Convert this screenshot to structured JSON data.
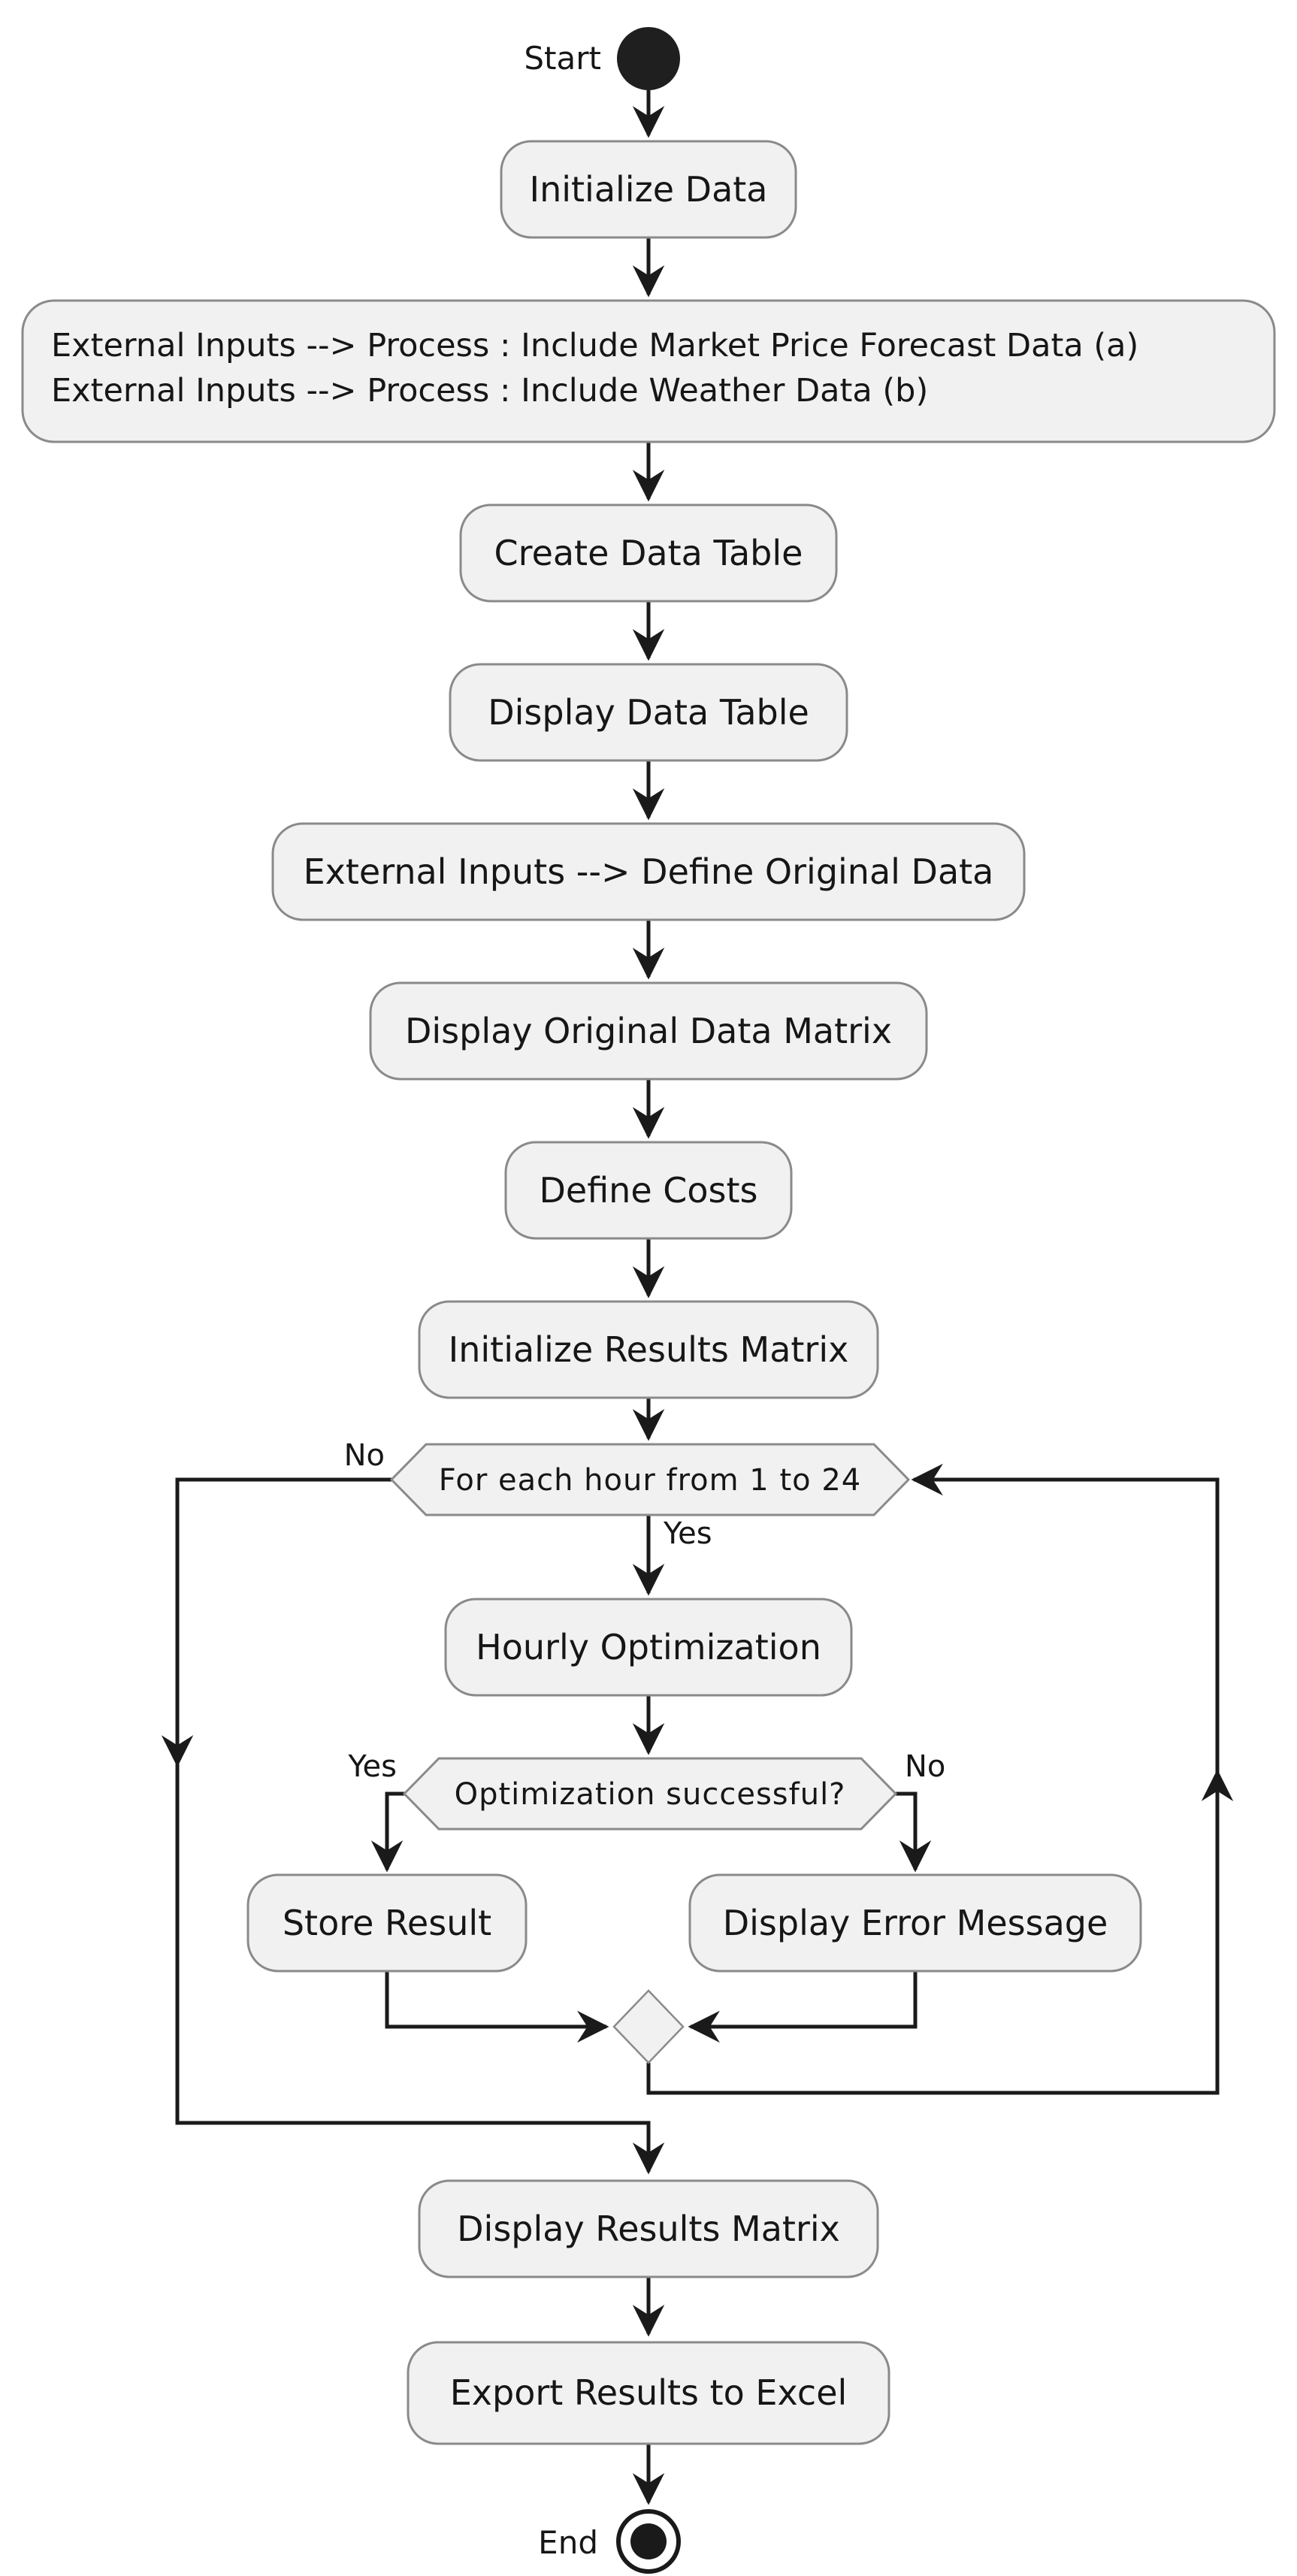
{
  "diagram": {
    "type": "activity-flowchart",
    "terminals": {
      "start_label": "Start",
      "end_label": "End"
    },
    "nodes": {
      "initialize_data": "Initialize Data",
      "external_inputs_note_line1": "External Inputs --> Process : Include Market Price Forecast Data (a)",
      "external_inputs_note_line2": "External Inputs --> Process : Include Weather Data (b)",
      "create_data_table": "Create Data Table",
      "display_data_table": "Display Data Table",
      "define_original_data": "External Inputs --> Define Original Data",
      "display_original_data_matrix": "Display Original Data Matrix",
      "define_costs": "Define Costs",
      "initialize_results_matrix": "Initialize Results Matrix",
      "loop_condition": "For each hour from 1 to 24",
      "hourly_optimization": "Hourly Optimization",
      "success_condition": "Optimization successful?",
      "store_result": "Store Result",
      "display_error_message": "Display Error Message",
      "display_results_matrix": "Display Results Matrix",
      "export_results_to_excel": "Export Results to Excel"
    },
    "edge_labels": {
      "loop_yes": "Yes",
      "loop_no": "No",
      "success_yes": "Yes",
      "success_no": "No"
    },
    "colors": {
      "background": "#ffffff",
      "node_fill": "#f1f1f1",
      "node_border": "#8a8a8a",
      "edge": "#1a1a1a",
      "text": "#161616"
    }
  }
}
